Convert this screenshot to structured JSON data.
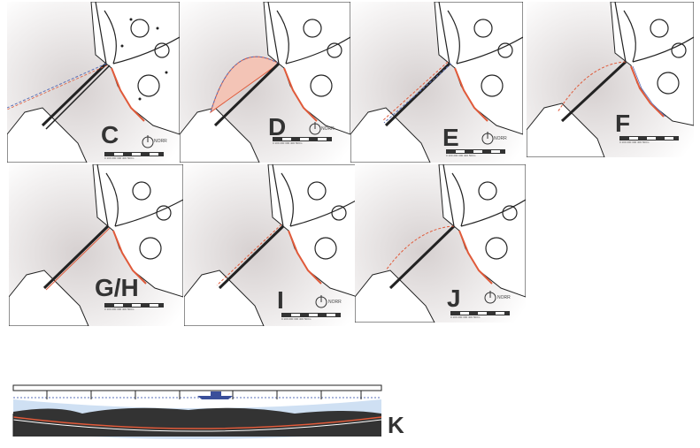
{
  "colors": {
    "water": "#dcd8d8",
    "land": "#ffffff",
    "line": "#111111",
    "route_red": "#e05a3a",
    "route_blue": "#5a6fb8",
    "section_water": "#cfe0f3",
    "section_ground": "#333333"
  },
  "legend_items": [
    {
      "label": "",
      "color": "#e05a3a"
    },
    {
      "label": "",
      "color": "#e05a3a"
    },
    {
      "label": "",
      "color": "#5a6fb8"
    }
  ],
  "north_label": "NORR",
  "scale_label": "0   100   200   300   400   500m",
  "panels": [
    {
      "id": "C",
      "letter": "C"
    },
    {
      "id": "D",
      "letter": "D"
    },
    {
      "id": "E",
      "letter": "E"
    },
    {
      "id": "F",
      "letter": "F"
    },
    {
      "id": "GH",
      "letter": "G/H"
    },
    {
      "id": "I",
      "letter": "I"
    },
    {
      "id": "J",
      "letter": "J"
    }
  ],
  "section": {
    "letter": "K"
  }
}
